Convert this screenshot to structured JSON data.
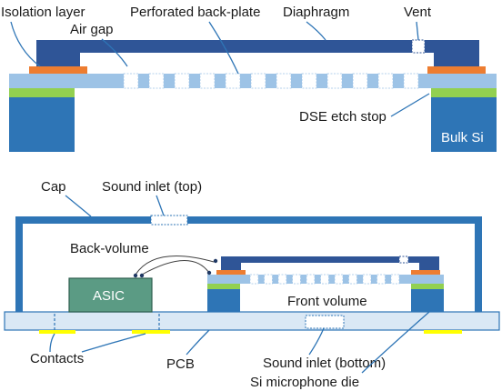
{
  "colors": {
    "diaphragm": "#2f5597",
    "backplate": "#9dc3e6",
    "bulk_si": "#2e75b6",
    "isolation": "#ed7d31",
    "etch_stop": "#92d050",
    "asic": "#5b9b84",
    "contacts": "#ffff00",
    "leader": "#2e75b6"
  },
  "top_figure": {
    "labels": {
      "isolation_layer": "Isolation layer",
      "air_gap": "Air gap",
      "perforated_back_plate": "Perforated back-plate",
      "diaphragm": "Diaphragm",
      "vent": "Vent",
      "dse_etch_stop": "DSE etch stop",
      "bulk_si": "Bulk Si"
    }
  },
  "bottom_figure": {
    "labels": {
      "cap": "Cap",
      "sound_inlet_top": "Sound inlet (top)",
      "back_volume": "Back-volume",
      "asic": "ASIC",
      "front_volume": "Front volume",
      "contacts": "Contacts",
      "pcb": "PCB",
      "sound_inlet_bottom": "Sound inlet (bottom)",
      "si_microphone_die": "Si microphone die"
    }
  }
}
